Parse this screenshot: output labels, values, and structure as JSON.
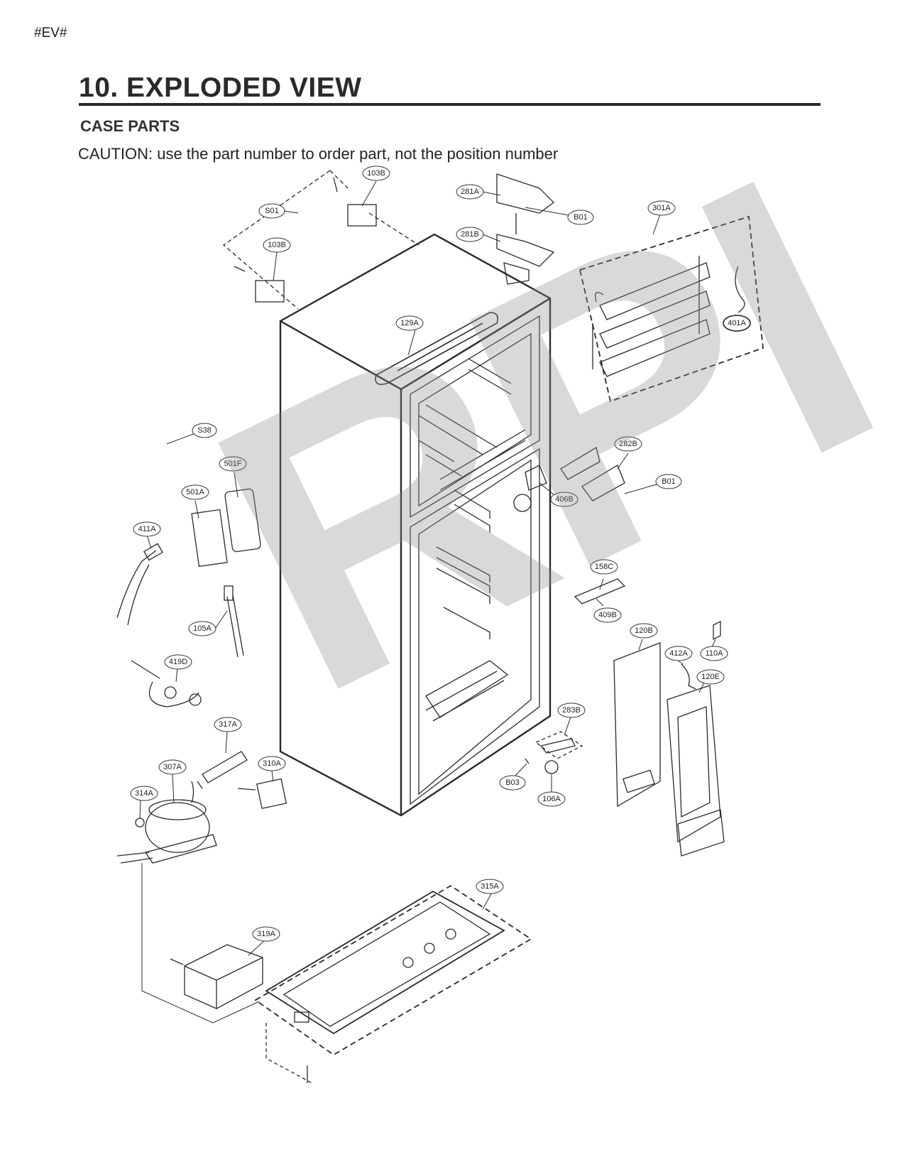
{
  "page_tag": "#EV#",
  "title": "10. EXPLODED VIEW",
  "subtitle": "CASE PARTS",
  "caution": "CAUTION: use the part number to order part, not the position number",
  "watermark": "RPI",
  "callouts": {
    "c103B_top": "103B",
    "c281A": "281A",
    "cS01": "S01",
    "cB01_top": "B01",
    "c301A": "301A",
    "c103B_left": "103B",
    "c281B": "281B",
    "c401A": "401A",
    "c129A": "129A",
    "cS38": "S38",
    "c282B": "282B",
    "c501F": "501F",
    "c501A": "501A",
    "cB01_right": "B01",
    "c406B": "406B",
    "c411A": "411A",
    "c158C": "158C",
    "c409B": "409B",
    "c105A": "105A",
    "c120B": "120B",
    "c412A": "412A",
    "c110A": "110A",
    "c419D": "419D",
    "c120E": "120E",
    "c283B": "283B",
    "c317A": "317A",
    "c307A": "307A",
    "c310A": "310A",
    "cB03": "B03",
    "c314A": "314A",
    "c106A": "106A",
    "c315A": "315A",
    "c319A": "319A"
  }
}
